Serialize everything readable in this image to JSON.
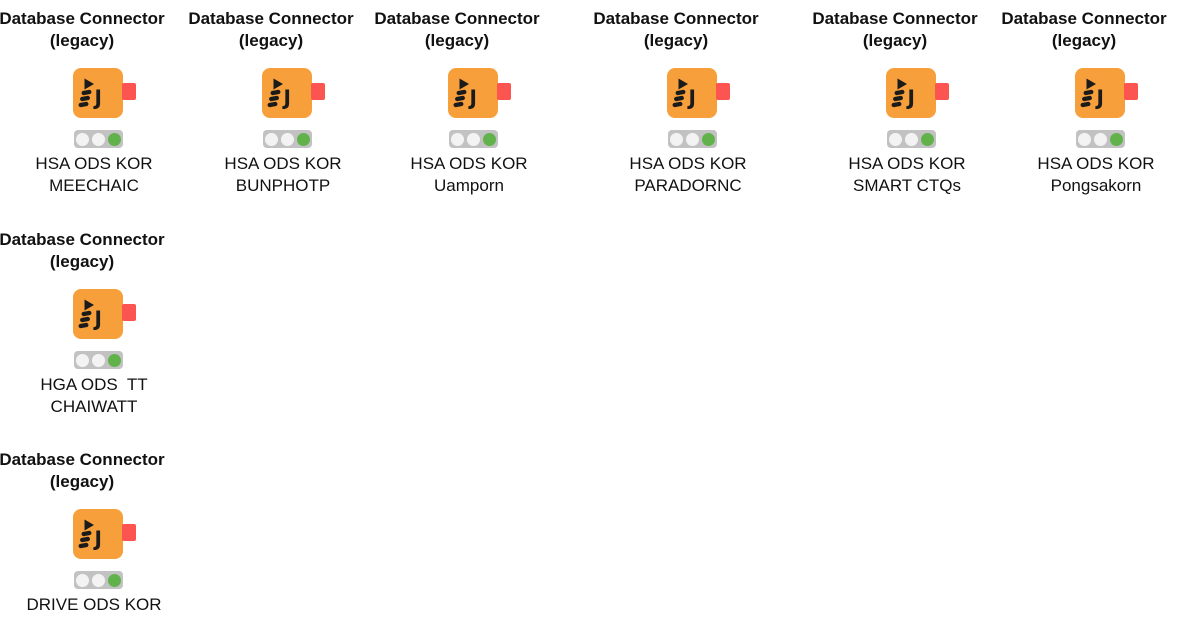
{
  "workflow": {
    "nodes": [
      {
        "type_title": "Database Connector\n(legacy)",
        "name": "HSA ODS KOR\nMEECHAIC",
        "status": "executed"
      },
      {
        "type_title": "Database Connector\n(legacy)",
        "name": "HSA ODS KOR\nBUNPHOTP",
        "status": "executed"
      },
      {
        "type_title": "Database Connector\n(legacy)",
        "name": "HSA ODS KOR\nUamporn",
        "status": "executed"
      },
      {
        "type_title": "Database Connector\n(legacy)",
        "name": "HSA ODS KOR\nPARADORNC",
        "status": "executed"
      },
      {
        "type_title": "Database Connector\n(legacy)",
        "name": "HSA ODS KOR\nSMART CTQs",
        "status": "executed"
      },
      {
        "type_title": "Database Connector\n(legacy)",
        "name": "HSA ODS KOR\nPongsakorn",
        "status": "executed"
      },
      {
        "type_title": "Database Connector\n(legacy)",
        "name": "HGA ODS  TT\nCHAIWATT",
        "status": "executed"
      },
      {
        "type_title": "Database Connector\n(legacy)",
        "name": "DRIVE ODS KOR",
        "status": "executed"
      }
    ]
  },
  "icons": {
    "node_icon": "database-jdbc-icon",
    "node_icon_letter": "J"
  },
  "colors": {
    "canvas_background": "#FFFFFF",
    "node_background": "#F7A03B",
    "node_glyph": "#1B1B1B",
    "output_port": "#FB5451",
    "status_track": "#C2C2C2",
    "status_off": "#F3F3F3",
    "status_executed": "#62B24C",
    "text": "#111111"
  }
}
